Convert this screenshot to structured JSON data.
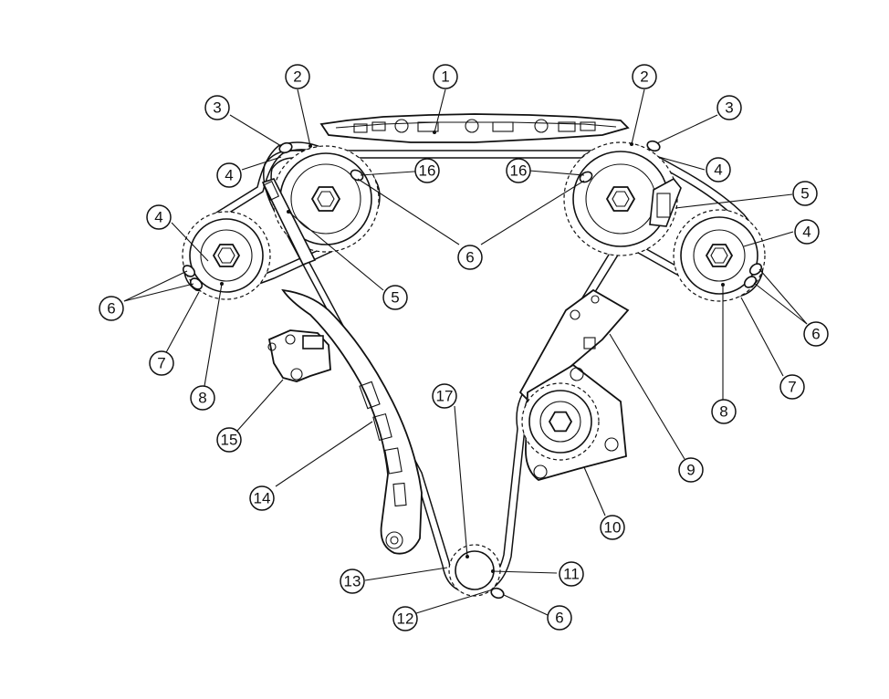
{
  "callouts": [
    {
      "id": "c1",
      "label": "1"
    },
    {
      "id": "c2a",
      "label": "2"
    },
    {
      "id": "c2b",
      "label": "2"
    },
    {
      "id": "c3a",
      "label": "3"
    },
    {
      "id": "c3b",
      "label": "3"
    },
    {
      "id": "c4a",
      "label": "4"
    },
    {
      "id": "c4b",
      "label": "4"
    },
    {
      "id": "c4c",
      "label": "4"
    },
    {
      "id": "c4d",
      "label": "4"
    },
    {
      "id": "c5a",
      "label": "5"
    },
    {
      "id": "c5b",
      "label": "5"
    },
    {
      "id": "c6a",
      "label": "6"
    },
    {
      "id": "c6b",
      "label": "6"
    },
    {
      "id": "c6c",
      "label": "6"
    },
    {
      "id": "c6d",
      "label": "6"
    },
    {
      "id": "c6e",
      "label": "6"
    },
    {
      "id": "c7a",
      "label": "7"
    },
    {
      "id": "c7b",
      "label": "7"
    },
    {
      "id": "c8a",
      "label": "8"
    },
    {
      "id": "c8b",
      "label": "8"
    },
    {
      "id": "c9",
      "label": "9"
    },
    {
      "id": "c10",
      "label": "10"
    },
    {
      "id": "c11",
      "label": "11"
    },
    {
      "id": "c12",
      "label": "12"
    },
    {
      "id": "c13",
      "label": "13"
    },
    {
      "id": "c14",
      "label": "14"
    },
    {
      "id": "c15",
      "label": "15"
    },
    {
      "id": "c16a",
      "label": "16"
    },
    {
      "id": "c16b",
      "label": "16"
    },
    {
      "id": "c17",
      "label": "17"
    }
  ]
}
